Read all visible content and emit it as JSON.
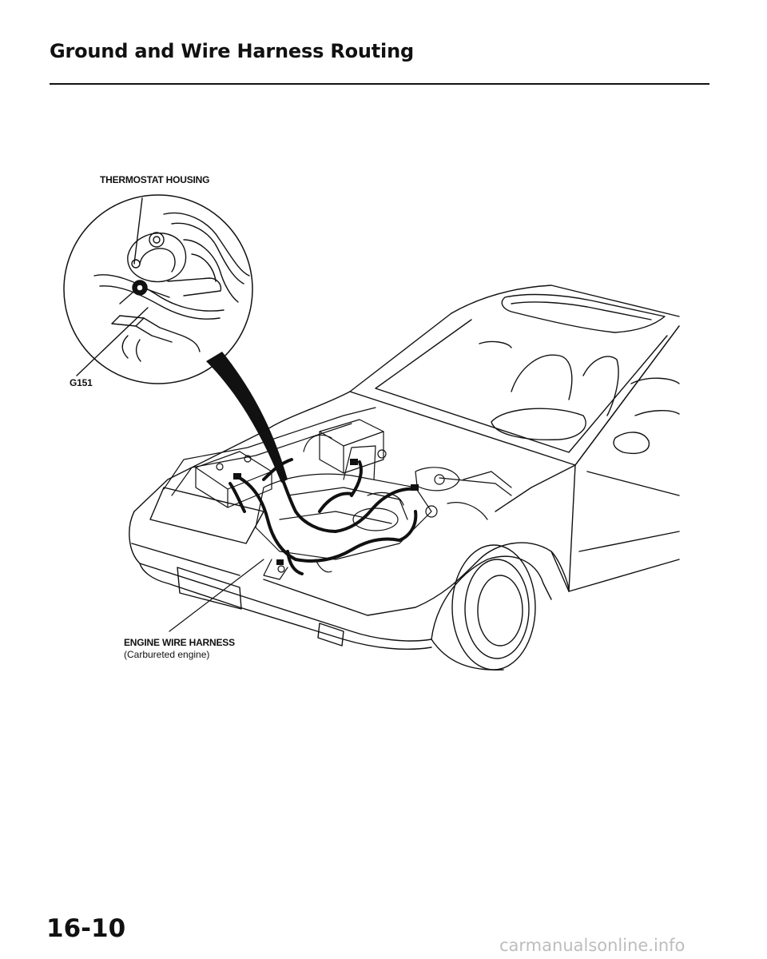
{
  "header": {
    "title": "Ground and Wire Harness Routing"
  },
  "labels": {
    "thermostat_housing": "THERMOSTAT HOUSING",
    "ground": "G151",
    "harness": "ENGINE WIRE HARNESS",
    "harness_note": "(Carbureted engine)"
  },
  "footer": {
    "page_number": "16-10"
  },
  "watermark": {
    "text": "carmanualsonline.info"
  },
  "colors": {
    "ink": "#111111",
    "watermark": "#bdbdbd"
  }
}
